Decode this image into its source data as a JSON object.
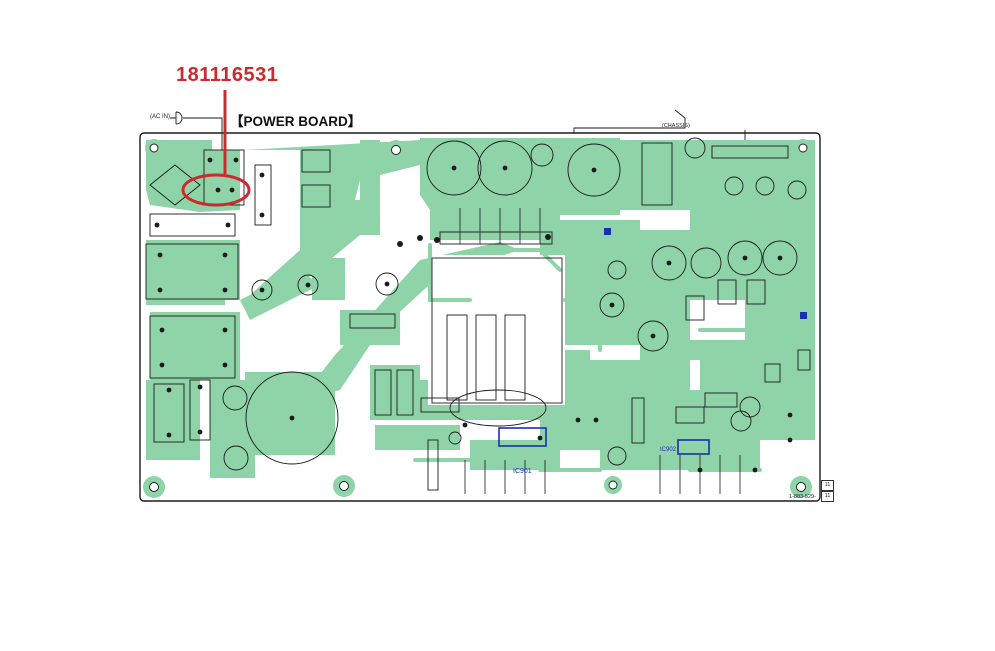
{
  "annotation": {
    "part_number": "181116531",
    "marker_color": "#cc2a2f"
  },
  "board": {
    "title": "【POWER BOARD】",
    "connector_ac_in": "(AC IN)",
    "chassis_label": "(CHASSIS)",
    "ic_label": "IC901",
    "ic_label_2": "IC902",
    "board_code": "1-883-529-",
    "page_a": "11",
    "page_b": "11"
  },
  "colors": {
    "copper": "#8fd3a8",
    "copper_dark": "#6fc28f",
    "outline": "#1b1b1b",
    "ic_highlight": "#1a2fb0"
  },
  "icons": [
    "plug-icon",
    "mounting-hole-icon",
    "capacitor-icon",
    "transformer-icon"
  ]
}
